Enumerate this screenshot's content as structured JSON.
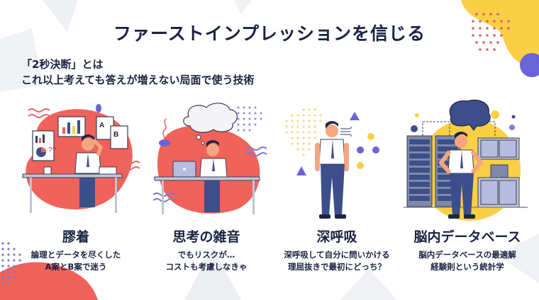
{
  "slide": {
    "title": "ファーストインプレッションを信じる",
    "subtitle_line1": "「2秒決断」とは",
    "subtitle_line2": "これ以上考えても答えが増えない局面で使う技術"
  },
  "panels": [
    {
      "heading": "膠着",
      "desc_line1": "論理とデータを尽くした",
      "desc_line2": "A案とB案で迷う",
      "illustration": "confused-man-at-desk-with-charts-and-documents-A-B",
      "doc_a": "A",
      "doc_b": "B",
      "question_marks": "??"
    },
    {
      "heading": "思考の雑音",
      "desc_line1": "でもリスクが…",
      "desc_line2": "コストも考慮しなきゃ",
      "illustration": "man-at-laptop-with-thought-bubble"
    },
    {
      "heading": "深呼吸",
      "desc_line1": "深呼吸して自分に問いかける",
      "desc_line2": "理屈抜きで最初にどっち？",
      "illustration": "standing-man-exhaling"
    },
    {
      "heading": "脳内データベース",
      "desc_line1": "脳内データベースの最適解",
      "desc_line2": "経験則という統計学",
      "illustration": "man-in-front-of-server-racks-with-brain"
    }
  ],
  "colors": {
    "text": "#1a2340",
    "coral": "#f0625a",
    "yellow": "#f9cf45",
    "purple": "#6b63d8",
    "navy": "#3c4f8a",
    "gray_shape": "#eceef2"
  }
}
